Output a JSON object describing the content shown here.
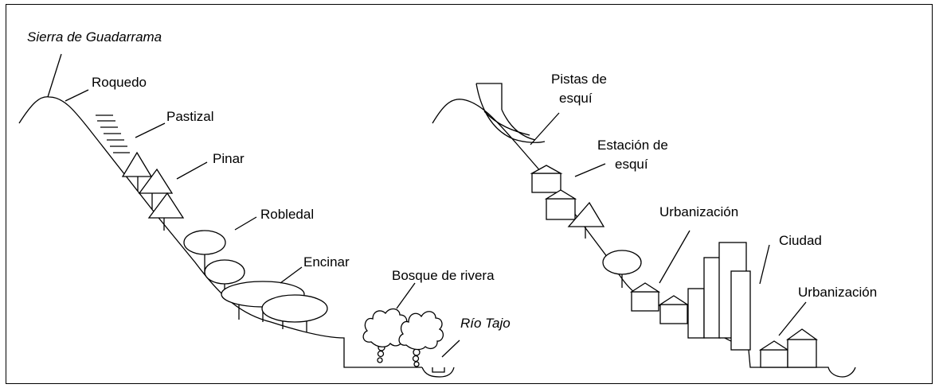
{
  "left_scene": {
    "title": "Sierra de Guadarrama",
    "labels": {
      "roquedo": "Roquedo",
      "pastizal": "Pastizal",
      "pinar": "Pinar",
      "robledal": "Robledal",
      "encinar": "Encinar",
      "bosque": "Bosque de rivera",
      "rio": "Río Tajo"
    }
  },
  "right_scene": {
    "labels": {
      "pistas_1": "Pistas de",
      "pistas_2": "esquí",
      "estacion_1": "Estación de",
      "estacion_2": "esquí",
      "urbanizacion_1": "Urbanización",
      "ciudad": "Ciudad",
      "urbanizacion_2": "Urbanización"
    }
  }
}
